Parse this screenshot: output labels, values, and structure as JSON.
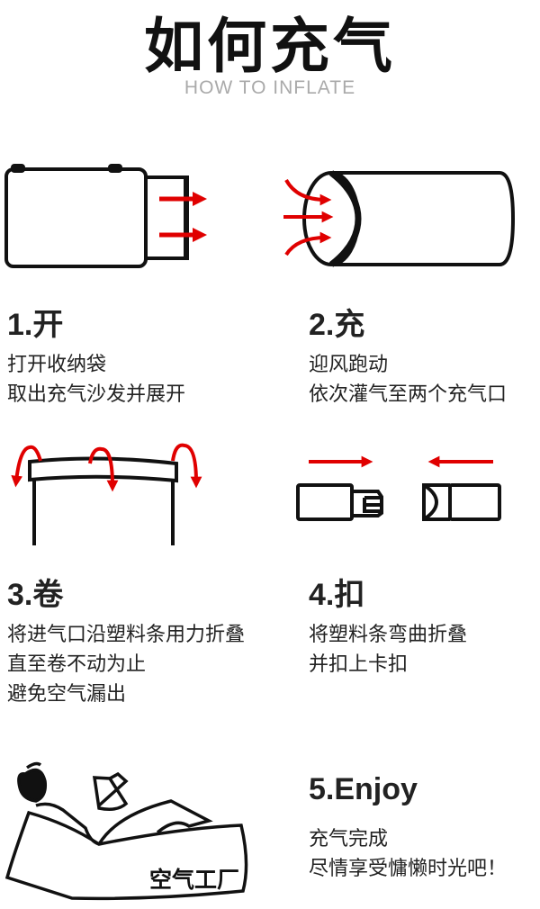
{
  "header": {
    "title": "如何充气",
    "subtitle": "HOW TO INFLATE"
  },
  "steps": [
    {
      "title": "1.开",
      "lines": [
        "打开收纳袋",
        "取出充气沙发并展开"
      ]
    },
    {
      "title": "2.充",
      "lines": [
        "迎风跑动",
        "依次灌气至两个充气口"
      ]
    },
    {
      "title": "3.卷",
      "lines": [
        "将进气口沿塑料条用力折叠",
        "直至卷不动为止",
        "避免空气漏出"
      ]
    },
    {
      "title": "4.扣",
      "lines": [
        "将塑料条弯曲折叠",
        "并扣上卡扣"
      ]
    },
    {
      "title": "5.Enjoy",
      "lines": [
        "充气完成",
        "尽情享受慵懒时光吧！"
      ]
    }
  ],
  "illustration": {
    "sofa_logo": "空气工厂"
  },
  "colors": {
    "accent": "#e00000",
    "ink": "#111111",
    "subtitle": "#aaaaaa"
  }
}
